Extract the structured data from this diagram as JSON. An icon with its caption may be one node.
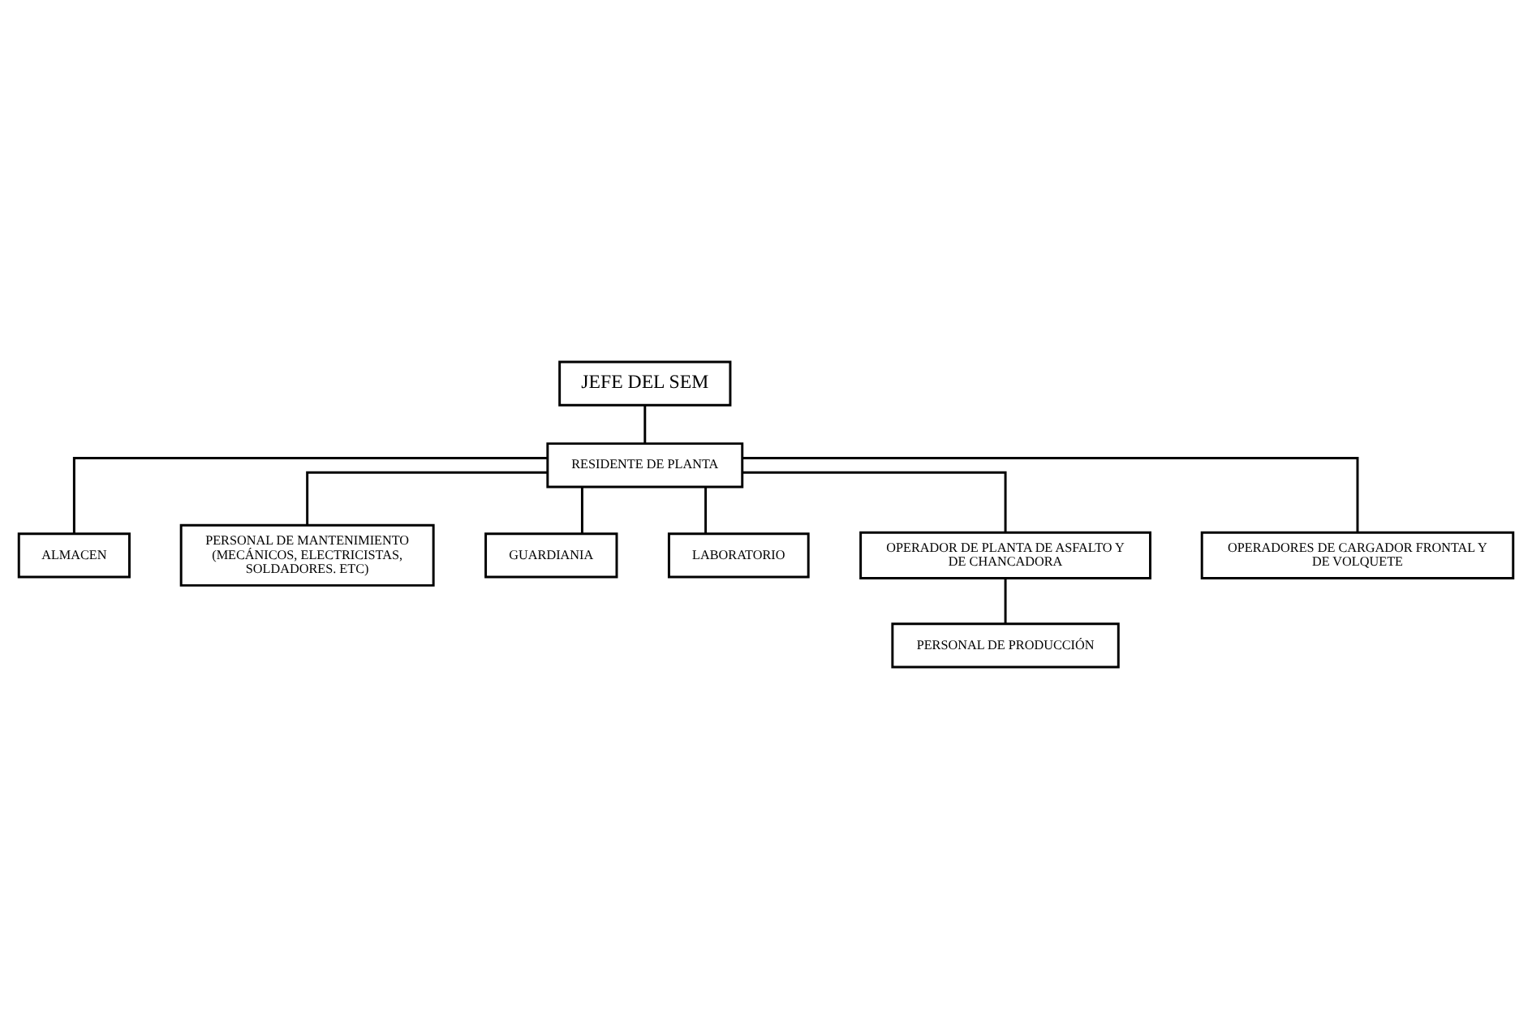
{
  "diagram": {
    "nodes": [
      {
        "text": [
          "JEFE DEL SEM"
        ]
      },
      {
        "text": [
          "RESIDENTE DE PLANTA"
        ]
      },
      {
        "text": [
          "ALMACEN"
        ]
      },
      {
        "text": [
          "PERSONAL DE MANTENIMIENTO (MECÁNICOS, ELECTRICISTAS, SOLDADORES. ETC)"
        ]
      },
      {
        "text": [
          "GUARDIANIA"
        ]
      },
      {
        "text": [
          "LABORATORIO"
        ]
      },
      {
        "text": [
          "OPERADOR DE PLANTA DE ASFALTO Y DE CHANCADORA"
        ]
      },
      {
        "text": [
          "OPERADORES DE CARGADOR FRONTAL Y DE VOLQUETE"
        ]
      },
      {
        "text": [
          "PERSONAL DE PRODUCCIÓN"
        ]
      }
    ],
    "edges": [
      {
        "from": 0,
        "to": 1,
        "arrow": "none"
      },
      {
        "from": 1,
        "to": 2,
        "arrow": "none"
      },
      {
        "from": 1,
        "to": 3,
        "arrow": "none"
      },
      {
        "from": 1,
        "to": 4,
        "arrow": "none"
      },
      {
        "from": 1,
        "to": 5,
        "arrow": "none"
      },
      {
        "from": 1,
        "to": 6,
        "arrow": "none"
      },
      {
        "from": 1,
        "to": 7,
        "arrow": "none"
      },
      {
        "from": 6,
        "to": 8,
        "arrow": "none"
      }
    ]
  }
}
